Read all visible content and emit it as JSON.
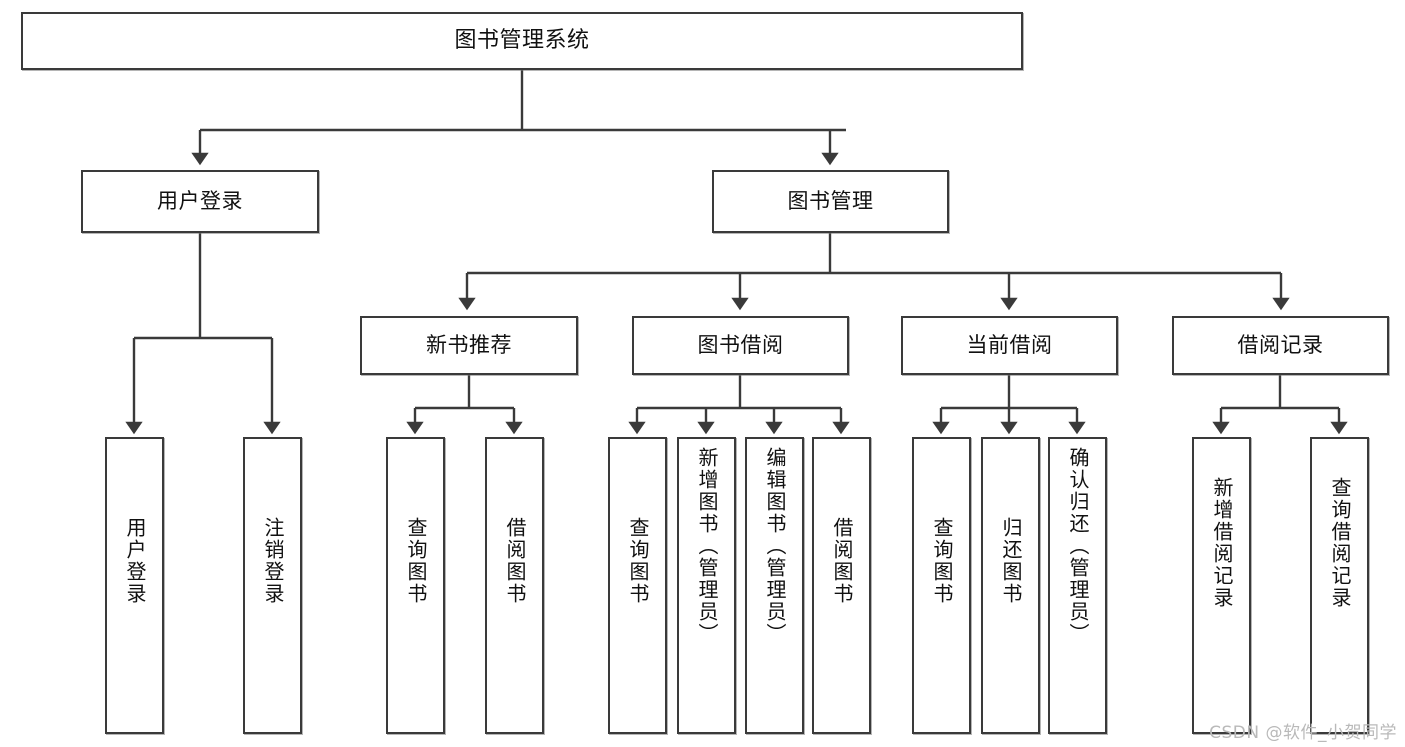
{
  "diagram": {
    "title": "图书管理系统",
    "type": "tree-hierarchy-chart",
    "watermark": "CSDN @软件_小贺同学",
    "colors": {
      "node_border": "#3a3a3a",
      "node_fill": "#ffffff",
      "edge": "#3a3a3a",
      "text": "#111111",
      "watermark": "#b9b9b9",
      "background": "#ffffff"
    }
  },
  "nodes": {
    "root": {
      "id": "root",
      "label": "图书管理系统",
      "level": 1,
      "orientation": "horizontal"
    },
    "l2": [
      {
        "id": "user-login",
        "label": "用户登录",
        "level": 2,
        "orientation": "horizontal"
      },
      {
        "id": "book-manage",
        "label": "图书管理",
        "level": 2,
        "orientation": "horizontal"
      }
    ],
    "l3": [
      {
        "id": "new-book-recommend",
        "label": "新书推荐",
        "level": 3,
        "orientation": "horizontal",
        "parent": "book-manage"
      },
      {
        "id": "book-borrow",
        "label": "图书借阅",
        "level": 3,
        "orientation": "horizontal",
        "parent": "book-manage"
      },
      {
        "id": "current-borrow",
        "label": "当前借阅",
        "level": 3,
        "orientation": "horizontal",
        "parent": "book-manage"
      },
      {
        "id": "borrow-record",
        "label": "借阅记录",
        "level": 3,
        "orientation": "horizontal",
        "parent": "book-manage"
      }
    ],
    "leaves": [
      {
        "id": "leaf-user-login",
        "label": "用户登录",
        "level": 3,
        "orientation": "vertical",
        "parent": "user-login"
      },
      {
        "id": "leaf-logout",
        "label": "注销登录",
        "level": 3,
        "orientation": "vertical",
        "parent": "user-login"
      },
      {
        "id": "leaf-query-book-1",
        "label": "查询图书",
        "level": 4,
        "orientation": "vertical",
        "parent": "new-book-recommend"
      },
      {
        "id": "leaf-borrow-book-1",
        "label": "借阅图书",
        "level": 4,
        "orientation": "vertical",
        "parent": "new-book-recommend"
      },
      {
        "id": "leaf-query-book-2",
        "label": "查询图书",
        "level": 4,
        "orientation": "vertical",
        "parent": "book-borrow"
      },
      {
        "id": "leaf-add-book",
        "label": "新增图书（管理员）",
        "level": 4,
        "orientation": "vertical",
        "parent": "book-borrow"
      },
      {
        "id": "leaf-edit-book",
        "label": "编辑图书（管理员）",
        "level": 4,
        "orientation": "vertical",
        "parent": "book-borrow"
      },
      {
        "id": "leaf-borrow-book-2",
        "label": "借阅图书",
        "level": 4,
        "orientation": "vertical",
        "parent": "book-borrow"
      },
      {
        "id": "leaf-query-book-3",
        "label": "查询图书",
        "level": 4,
        "orientation": "vertical",
        "parent": "current-borrow"
      },
      {
        "id": "leaf-return-book",
        "label": "归还图书",
        "level": 4,
        "orientation": "vertical",
        "parent": "current-borrow"
      },
      {
        "id": "leaf-confirm-return",
        "label": "确认归还（管理员）",
        "level": 4,
        "orientation": "vertical",
        "parent": "current-borrow"
      },
      {
        "id": "leaf-add-record",
        "label": "新增借阅记录",
        "level": 4,
        "orientation": "vertical",
        "parent": "borrow-record"
      },
      {
        "id": "leaf-query-record",
        "label": "查询借阅记录",
        "level": 4,
        "orientation": "vertical",
        "parent": "borrow-record"
      }
    ]
  }
}
